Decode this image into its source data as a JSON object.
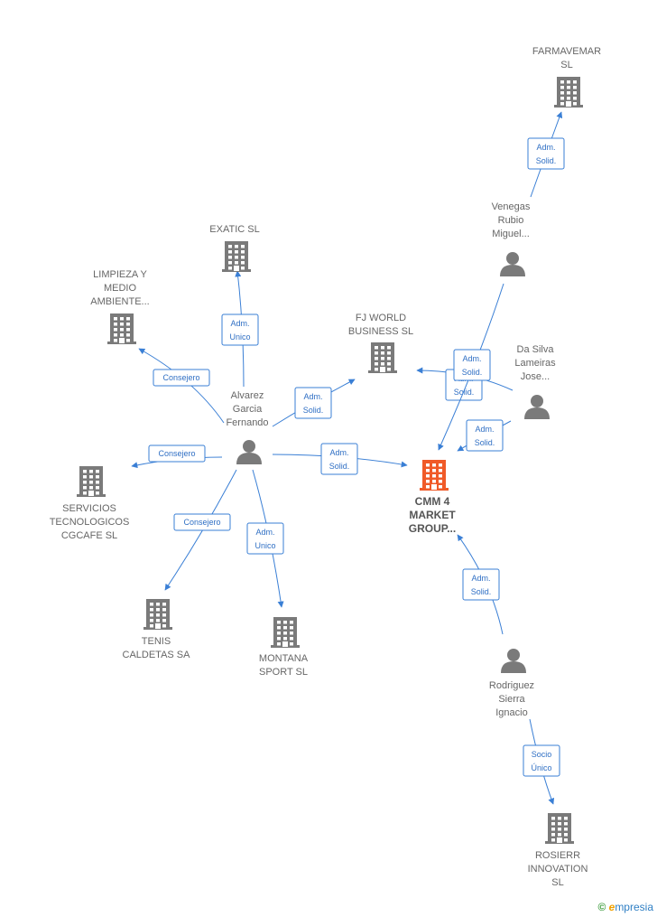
{
  "colors": {
    "edge": "#3a7fd5",
    "company": "#7a7a7a",
    "main_company": "#f05a28",
    "person": "#7a7a7a"
  },
  "nodes": [
    {
      "id": "farmavemar",
      "type": "company",
      "label": [
        "FARMAVEMAR",
        "SL"
      ]
    },
    {
      "id": "venegas",
      "type": "person",
      "label": [
        "Venegas",
        "Rubio",
        "Miguel..."
      ]
    },
    {
      "id": "exatic",
      "type": "company",
      "label": [
        "EXATIC SL"
      ]
    },
    {
      "id": "limpieza",
      "type": "company",
      "label": [
        "LIMPIEZA Y",
        "MEDIO",
        "AMBIENTE..."
      ]
    },
    {
      "id": "fjworld",
      "type": "company",
      "label": [
        "FJ WORLD",
        "BUSINESS SL"
      ]
    },
    {
      "id": "dasilva",
      "type": "person",
      "label": [
        "Da Silva",
        "Lameiras",
        "Jose..."
      ]
    },
    {
      "id": "alvarez",
      "type": "person",
      "label": [
        "Alvarez",
        "Garcia",
        "Fernando"
      ]
    },
    {
      "id": "servicios",
      "type": "company",
      "label": [
        "SERVICIOS",
        "TECNOLOGICOS",
        "CGCAFE SL"
      ]
    },
    {
      "id": "cmm4",
      "type": "main",
      "label": [
        "CMM 4",
        "MARKET",
        "GROUP..."
      ]
    },
    {
      "id": "tenis",
      "type": "company",
      "label": [
        "TENIS",
        "CALDETAS SA"
      ]
    },
    {
      "id": "montana",
      "type": "company",
      "label": [
        "MONTANA",
        "SPORT SL"
      ]
    },
    {
      "id": "rodriguez",
      "type": "person",
      "label": [
        "Rodriguez",
        "Sierra",
        "Ignacio"
      ]
    },
    {
      "id": "rosierr",
      "type": "company",
      "label": [
        "ROSIERR",
        "INNOVATION",
        "SL"
      ]
    }
  ],
  "edges": [
    {
      "id": "e1",
      "from": "venegas",
      "to": "farmavemar",
      "label": [
        "Adm.",
        "Solid."
      ]
    },
    {
      "id": "e2",
      "from": "alvarez",
      "to": "exatic",
      "label": [
        "Adm.",
        "Unico"
      ]
    },
    {
      "id": "e3",
      "from": "alvarez",
      "to": "limpieza",
      "label": [
        "Consejero"
      ]
    },
    {
      "id": "e4",
      "from": "alvarez",
      "to": "fjworld",
      "label": [
        "Adm.",
        "Solid."
      ]
    },
    {
      "id": "e5",
      "from": "alvarez",
      "to": "servicios",
      "label": [
        "Consejero"
      ]
    },
    {
      "id": "e6",
      "from": "alvarez",
      "to": "cmm4",
      "label": [
        "Adm.",
        "Solid."
      ]
    },
    {
      "id": "e7",
      "from": "alvarez",
      "to": "tenis",
      "label": [
        "Consejero"
      ]
    },
    {
      "id": "e8",
      "from": "alvarez",
      "to": "montana",
      "label": [
        "Adm.",
        "Unico"
      ]
    },
    {
      "id": "e9",
      "from": "dasilva",
      "to": "fjworld",
      "label": [
        "Adm.",
        "Solid."
      ]
    },
    {
      "id": "e10",
      "from": "venegas",
      "to": "cmm4",
      "label": [
        "Adm.",
        "Solid."
      ]
    },
    {
      "id": "e11",
      "from": "dasilva",
      "to": "cmm4",
      "label": [
        "Adm.",
        "Solid."
      ]
    },
    {
      "id": "e12",
      "from": "rodriguez",
      "to": "cmm4",
      "label": [
        "Adm.",
        "Solid."
      ]
    },
    {
      "id": "e13",
      "from": "rodriguez",
      "to": "rosierr",
      "label": [
        "Socio",
        "Único"
      ]
    }
  ],
  "watermark": {
    "symbol": "©",
    "brand_initial": "e",
    "brand_rest": "mpresia"
  }
}
